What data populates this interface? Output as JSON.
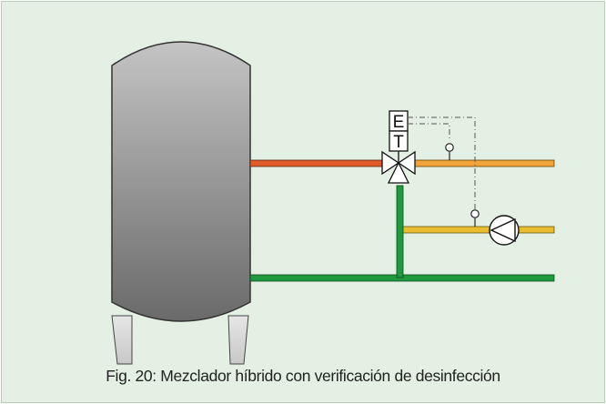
{
  "figure": {
    "caption": "Fig. 20: Mezclador híbrido con verificación de desinfección",
    "background_color": "#e3f0e3",
    "border_color": "#b9cdb9"
  },
  "diagram": {
    "actuator_labels": {
      "top": "E",
      "bottom": "T"
    },
    "components": {
      "tank": "storage-tank",
      "mixing_valve": "three-way-valve-icon",
      "pump": "circulation-pump-icon",
      "sensors": "temperature-sensor-icon"
    },
    "colors": {
      "hot_supply_pipe": "#e05a2b",
      "mixed_outlet_pipe": "#f2a33a",
      "circulation_return_pipe": "#e8bd2e",
      "cold_return_pipe": "#1f9a3e",
      "tank_fill_top": "#bdbdbd",
      "tank_fill_bottom": "#6e6e6e",
      "control_line": "#555555"
    }
  }
}
